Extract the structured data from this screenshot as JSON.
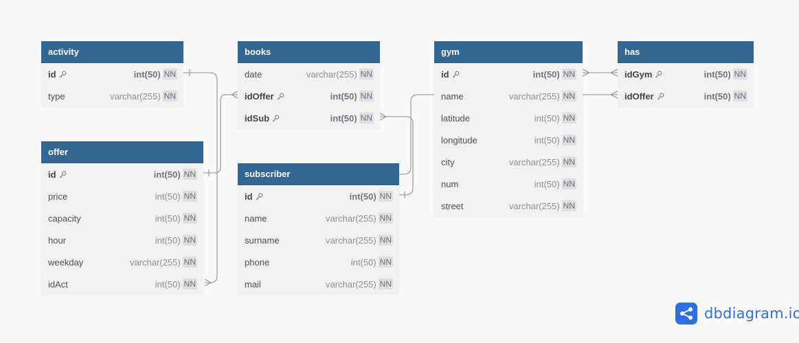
{
  "colors": {
    "header": "#336791",
    "row_bg": "#f2f2f3",
    "connector": "#9aa0a8",
    "brand": "#2f6fe0"
  },
  "key_icon": "key-icon",
  "tables": [
    {
      "id": "activity",
      "name": "activity",
      "fields": [
        {
          "name": "id",
          "type": "int(50)",
          "flag": "NN",
          "pk": true
        },
        {
          "name": "type",
          "type": "varchar(255)",
          "flag": "NN",
          "pk": false
        }
      ]
    },
    {
      "id": "books",
      "name": "books",
      "fields": [
        {
          "name": "date",
          "type": "varchar(255)",
          "flag": "NN",
          "pk": false
        },
        {
          "name": "idOffer",
          "type": "int(50)",
          "flag": "NN",
          "pk": true
        },
        {
          "name": "idSub",
          "type": "int(50)",
          "flag": "NN",
          "pk": true
        }
      ]
    },
    {
      "id": "gym",
      "name": "gym",
      "fields": [
        {
          "name": "id",
          "type": "int(50)",
          "flag": "NN",
          "pk": true
        },
        {
          "name": "name",
          "type": "varchar(255)",
          "flag": "NN",
          "pk": false
        },
        {
          "name": "latitude",
          "type": "int(50)",
          "flag": "NN",
          "pk": false
        },
        {
          "name": "longitude",
          "type": "int(50)",
          "flag": "NN",
          "pk": false
        },
        {
          "name": "city",
          "type": "varchar(255)",
          "flag": "NN",
          "pk": false
        },
        {
          "name": "num",
          "type": "int(50)",
          "flag": "NN",
          "pk": false
        },
        {
          "name": "street",
          "type": "varchar(255)",
          "flag": "NN",
          "pk": false
        }
      ]
    },
    {
      "id": "has",
      "name": "has",
      "fields": [
        {
          "name": "idGym",
          "type": "int(50)",
          "flag": "NN",
          "pk": true
        },
        {
          "name": "idOffer",
          "type": "int(50)",
          "flag": "NN",
          "pk": true
        }
      ]
    },
    {
      "id": "offer",
      "name": "offer",
      "fields": [
        {
          "name": "id",
          "type": "int(50)",
          "flag": "NN",
          "pk": true
        },
        {
          "name": "price",
          "type": "int(50)",
          "flag": "NN",
          "pk": false
        },
        {
          "name": "capacity",
          "type": "int(50)",
          "flag": "NN",
          "pk": false
        },
        {
          "name": "hour",
          "type": "int(50)",
          "flag": "NN",
          "pk": false
        },
        {
          "name": "weekday",
          "type": "varchar(255)",
          "flag": "NN",
          "pk": false
        },
        {
          "name": "idAct",
          "type": "int(50)",
          "flag": "NN",
          "pk": false
        }
      ]
    },
    {
      "id": "subscriber",
      "name": "subscriber",
      "fields": [
        {
          "name": "id",
          "type": "int(50)",
          "flag": "NN",
          "pk": true
        },
        {
          "name": "name",
          "type": "varchar(255)",
          "flag": "NN",
          "pk": false
        },
        {
          "name": "surname",
          "type": "varchar(255)",
          "flag": "NN",
          "pk": false
        },
        {
          "name": "phone",
          "type": "int(50)",
          "flag": "NN",
          "pk": false
        },
        {
          "name": "mail",
          "type": "varchar(255)",
          "flag": "NN",
          "pk": false
        }
      ]
    }
  ],
  "relationships": [
    {
      "from": "activity.id",
      "to": "offer.idAct",
      "from_end": "one",
      "to_end": "many"
    },
    {
      "from": "offer.id",
      "to": "books.idOffer",
      "from_end": "one",
      "to_end": "many"
    },
    {
      "from": "subscriber.id",
      "to": "books.idSub",
      "from_end": "one",
      "to_end": "many"
    },
    {
      "from": "gym.id",
      "to": "has.idGym",
      "from_end": "many",
      "to_end": "many"
    },
    {
      "from": "gym.name",
      "to": "has.idOffer",
      "from_end": "one",
      "to_end": "many"
    }
  ],
  "brand": {
    "logo_icon": "dbdiagram-logo-icon",
    "text": "dbdiagram.io"
  }
}
